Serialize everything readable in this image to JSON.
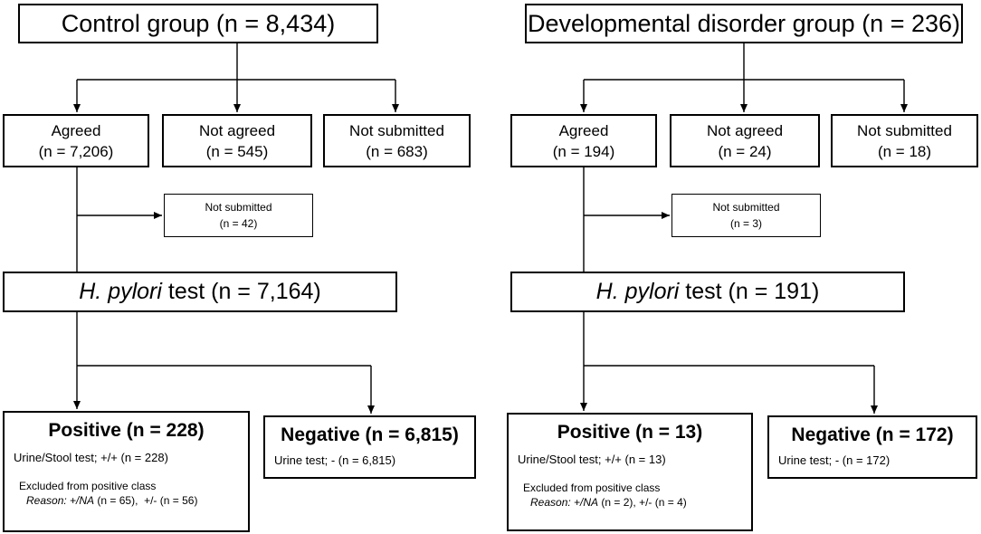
{
  "left": {
    "group": "Control group (n = 8,434)",
    "agreed": {
      "label": "Agreed",
      "n": "(n = 7,206)"
    },
    "not_agreed": {
      "label": "Not agreed",
      "n": "(n = 545)"
    },
    "not_submitted": {
      "label": "Not submitted",
      "n": "(n = 683)"
    },
    "not_submitted_small": {
      "label": "Not submitted",
      "n": "(n = 42)"
    },
    "test": {
      "prefix": "H. pylori",
      "suffix": " test (n = 7,164)"
    },
    "positive": {
      "title": "Positive (n = 228)",
      "line": "Urine/Stool test; +/+ (n = 228)",
      "excluded": "Excluded from positive class",
      "reason_label": "Reason: +/NA",
      "reason_rest": " (n = 65),  +/- (n = 56)"
    },
    "negative": {
      "title": "Negative (n = 6,815)",
      "line": "Urine test; - (n = 6,815)"
    }
  },
  "right": {
    "group": "Developmental disorder group (n = 236)",
    "agreed": {
      "label": "Agreed",
      "n": "(n = 194)"
    },
    "not_agreed": {
      "label": "Not agreed",
      "n": "(n = 24)"
    },
    "not_submitted": {
      "label": "Not submitted",
      "n": "(n = 18)"
    },
    "not_submitted_small": {
      "label": "Not submitted",
      "n": "(n = 3)"
    },
    "test": {
      "prefix": "H. pylori",
      "suffix": " test (n = 191)"
    },
    "positive": {
      "title": "Positive (n = 13)",
      "line": "Urine/Stool test; +/+ (n = 13)",
      "excluded": "Excluded from positive class",
      "reason_label": "Reason: +/NA",
      "reason_rest": " (n = 2), +/- (n = 4)"
    },
    "negative": {
      "title": "Negative (n = 172)",
      "line": "Urine test; - (n = 172)"
    }
  }
}
